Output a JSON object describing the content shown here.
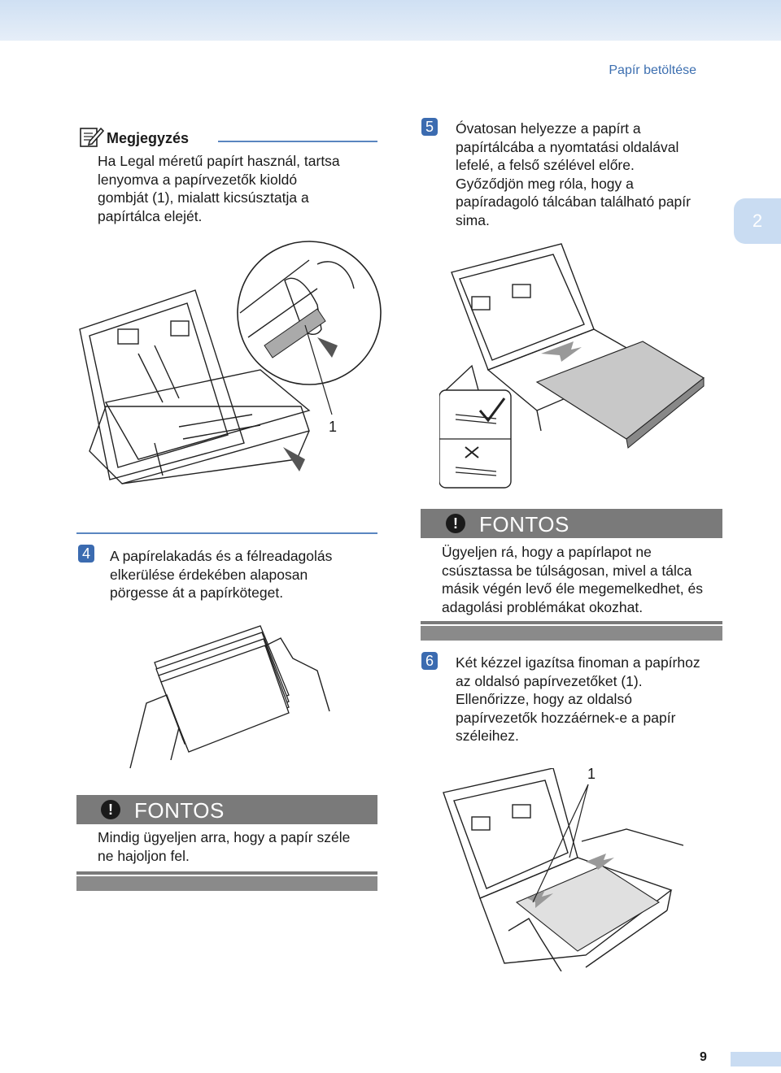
{
  "header": {
    "section_title": "Papír betöltése",
    "chapter_tab": "2"
  },
  "note": {
    "title": "Megjegyzés",
    "lines": [
      "Ha Legal méretű papírt használ, tartsa",
      "lenyomva a papírvezetők kioldó",
      "gombját (1), mialatt kicsúsztatja a",
      "papírtálca elejét."
    ]
  },
  "step5": {
    "number": "5",
    "lines": [
      "Óvatosan helyezze a papírt a",
      "papírtálcába a nyomtatási oldalával",
      "lefelé, a felső szélével előre.",
      "Győződjön meg róla, hogy a",
      "papíradagoló tálcában található papír",
      "sima."
    ]
  },
  "figure_tray_release": {
    "callout": "1"
  },
  "step4": {
    "number": "4",
    "lines": [
      "A papírelakadás és a félreadagolás",
      "elkerülése érdekében alaposan",
      "pörgesse át a papírköteget."
    ]
  },
  "important_right": {
    "title": "FONTOS",
    "lines": [
      "Ügyeljen rá, hogy a papírlapot ne",
      "csúsztassa be túlságosan, mivel a tálca",
      "másik végén levő éle megemelkedhet, és",
      "adagolási problémákat okozhat."
    ]
  },
  "step6": {
    "number": "6",
    "lines": [
      "Két kézzel igazítsa finoman a papírhoz",
      "az oldalsó papírvezetőket (1).",
      "Ellenőrizze, hogy az oldalsó",
      "papírvezetők hozzáérnek-e a papír",
      "széleihez."
    ]
  },
  "important_left": {
    "title": "FONTOS",
    "lines": [
      "Mindig ügyeljen arra, hogy a papír széle",
      "ne hajoljon fel."
    ]
  },
  "figure_guides": {
    "callout": "1"
  },
  "footer": {
    "page_number": "9"
  }
}
